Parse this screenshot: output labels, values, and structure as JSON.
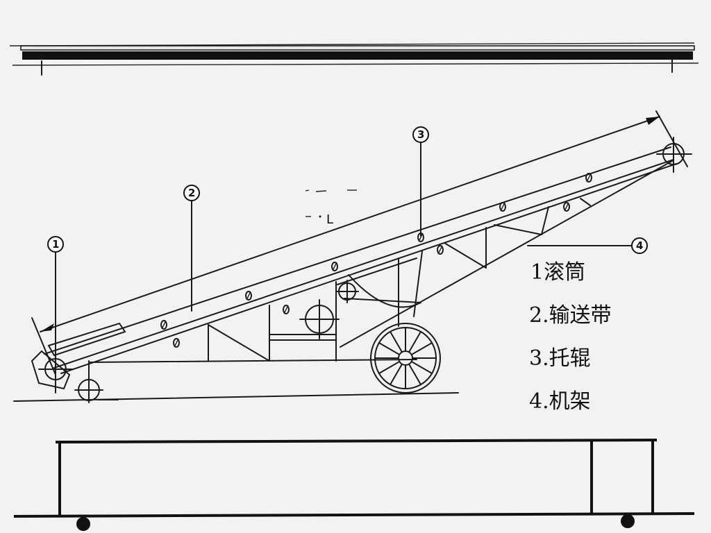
{
  "callouts": {
    "c1": "1",
    "c2": "2",
    "c3": "3",
    "c4": "4"
  },
  "dimension_label": "L",
  "legend": [
    {
      "label": "1滚筒"
    },
    {
      "label": "2.输送带"
    },
    {
      "label": "3.托辊"
    },
    {
      "label": "4.机架"
    }
  ]
}
